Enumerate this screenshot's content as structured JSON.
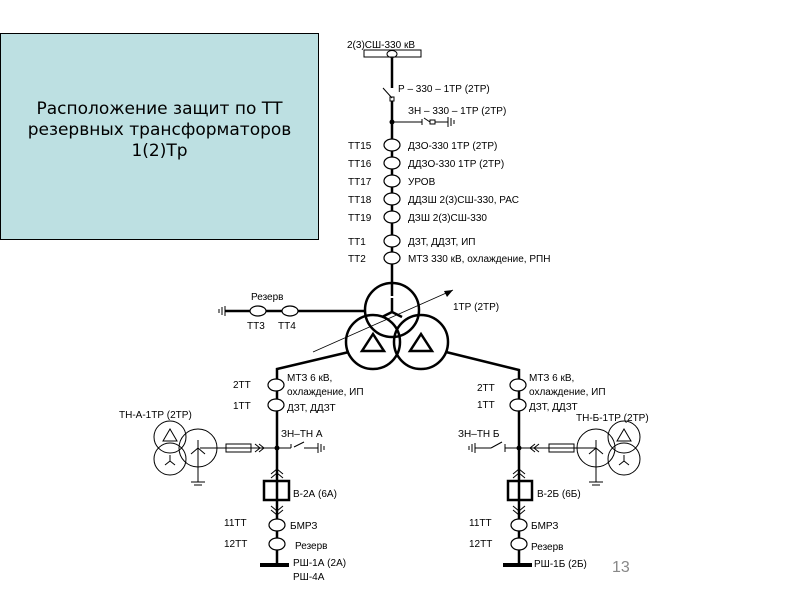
{
  "title": {
    "line1": "Расположение защит по ТТ",
    "line2": "резервных трансформаторов",
    "line3": "1(2)Тр",
    "background": "#bde0e2"
  },
  "hv": {
    "bus_label": "2(3)СШ-330 кВ",
    "disconnector_label": "Р – 330 – 1ТР (2ТР)",
    "earthing_label": "ЗН – 330 – 1ТР (2ТР)",
    "ct_rows": [
      {
        "ct": "ТТ15",
        "protection": "ДЗО-330 1ТР (2ТР)"
      },
      {
        "ct": "ТТ16",
        "protection": "ДДЗО-330 1ТР (2ТР)"
      },
      {
        "ct": "ТТ17",
        "protection": "УРОВ"
      },
      {
        "ct": "ТТ18",
        "protection": "ДДЗШ 2(3)СШ-330, РАС"
      },
      {
        "ct": "ТТ19",
        "protection": "ДЗШ 2(3)СШ-330"
      },
      {
        "ct": "ТТ1",
        "protection": "ДЗТ, ДДЗТ, ИП"
      },
      {
        "ct": "ТТ2",
        "protection": "МТЗ 330 кВ, охлаждение, РПН"
      }
    ]
  },
  "transformer": {
    "label": "1ТР (2ТР)",
    "reserve_label": "Резерв",
    "ct3": "ТТ3",
    "ct4": "ТТ4"
  },
  "branch_a": {
    "ct2": "2ТТ",
    "ct1": "1ТТ",
    "prot2_line1": "МТЗ 6 кВ,",
    "prot2_line2": "охлаждение, ИП",
    "prot1": "ДЗТ, ДДЗТ",
    "vt_label": "ТН-А-1ТР (2ТР)",
    "earthing_label": "ЗН–ТН А",
    "breaker_label": "В-2А (6А)",
    "ct11": "11ТТ",
    "ct11_prot": "БМРЗ",
    "ct12": "12ТТ",
    "ct12_prot": "Резерв",
    "bus_line1": "РШ-1А (2А)",
    "bus_line2": "РШ-4А"
  },
  "branch_b": {
    "ct2": "2ТТ",
    "ct1": "1ТТ",
    "prot2_line1": "МТЗ 6 кВ,",
    "prot2_line2": "охлаждение, ИП",
    "prot1": "ДЗТ, ДДЗТ",
    "vt_label": "ТН-Б-1ТР (2ТР)",
    "earthing_label": "ЗН–ТН Б",
    "breaker_label": "В-2Б (6Б)",
    "ct11": "11ТТ",
    "ct11_prot": "БМРЗ",
    "ct12": "12ТТ",
    "ct12_prot": "Резерв",
    "bus_line1": "РШ-1Б (2Б)"
  },
  "slide_number": "13"
}
